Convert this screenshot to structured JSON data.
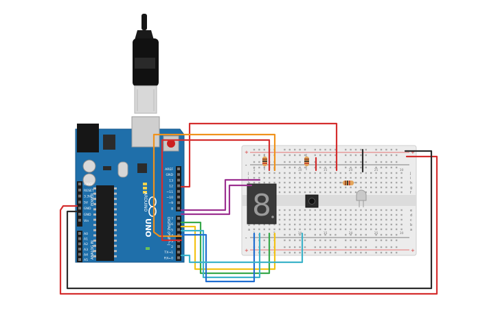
{
  "board": {
    "name_rotated": "UNO",
    "brand_rotated": "ARDUINO",
    "power_label": "POWER",
    "analog_label": "ANALOG IN",
    "digital_label": "DIGITAL (PWM~)",
    "power_pins": [
      "IOREF",
      "RESET",
      "3.3V",
      "5V",
      "GND",
      "GND",
      "Vin"
    ],
    "analog_pins": [
      "A0",
      "A1",
      "A2",
      "A3",
      "A4",
      "A5"
    ],
    "top_pins": [
      "AREF",
      "GND",
      "13",
      "12",
      "~11",
      "~10",
      "~9",
      "8"
    ],
    "bottom_pins": [
      "7",
      "~6",
      "~5",
      "4",
      "~3",
      "2",
      "TX→1",
      "RX←0"
    ],
    "tx_label": "TX",
    "rx_label": "RX",
    "led_l_label": "L",
    "on_label": "ON"
  },
  "breadboard": {
    "col_numbers_top": [
      "1",
      "5",
      "10",
      "15",
      "20",
      "25",
      "30"
    ],
    "row_letters_top": [
      "j",
      "i",
      "h",
      "g",
      "f"
    ],
    "row_letters_bottom": [
      "e",
      "d",
      "c",
      "b",
      "a"
    ],
    "rail_plus": "+",
    "rail_minus": "-"
  },
  "display": {
    "digit": "8"
  },
  "colors": {
    "board_blue": "#1f6faa",
    "wire_red": "#d42d2d",
    "wire_black": "#2a2a2a",
    "wire_orange": "#f0921c",
    "wire_purple": "#9b2f8f",
    "wire_yellow": "#f3c315",
    "wire_green": "#37a84a",
    "wire_cyan": "#3bb2c9",
    "wire_blue": "#1f6dd1"
  }
}
